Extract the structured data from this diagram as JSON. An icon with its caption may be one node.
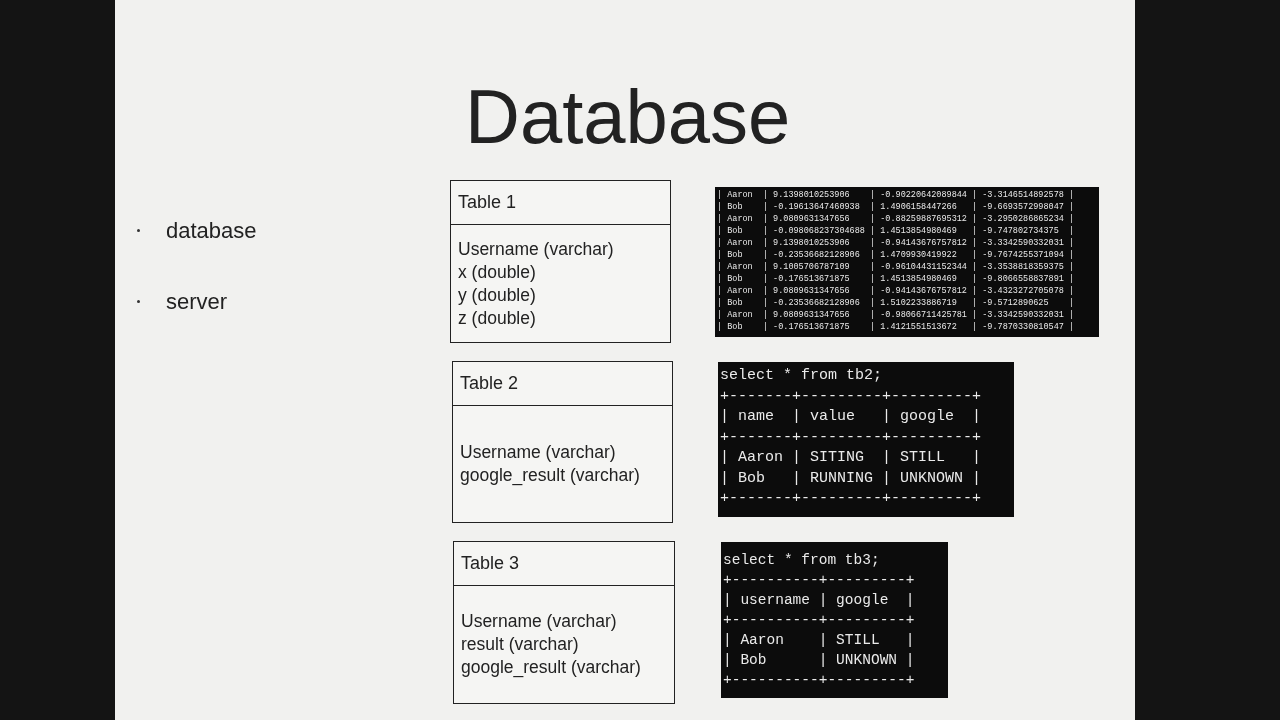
{
  "diagram": {
    "title": "Database",
    "nodes": [
      {
        "text": [
          "Table 1",
          "Username (varchar)",
          "x (double)",
          "y (double)",
          "z (double)"
        ]
      },
      {
        "text": [
          "Table 2",
          "Username (varchar)",
          "google_result (varchar)"
        ]
      },
      {
        "text": [
          "Table 3",
          "Username (varchar)",
          "result (varchar)",
          "google_result (varchar)"
        ]
      },
      {
        "text": [
          "| Aaron  | 9.1398010253906    | -0.90220642089844 | -3.3146514892578 |",
          "| Bob    | -0.19613647460938  | 1.4906158447266   | -9.6693572998047 |",
          "| Aaron  | 9.0809631347656    | -0.88259887695312 | -3.2950286865234 |",
          "| Bob    | -0.098068237304688 | 1.4513854980469   | -9.747802734375  |",
          "| Aaron  | 9.1398010253906    | -0.94143676757812 | -3.3342590332031 |",
          "| Bob    | -0.23536682128906  | 1.4709930419922   | -9.7674255371094 |",
          "| Aaron  | 9.1005706787109    | -0.96104431152344 | -3.3538818359375 |",
          "| Bob    | -0.176513671875    | 1.4513854980469   | -9.8066558837891 |",
          "| Aaron  | 9.0809631347656    | -0.94143676757812 | -3.4323272705078 |",
          "| Bob    | -0.23536682128906  | 1.5102233886719   | -9.5712890625    |",
          "| Aaron  | 9.0809631347656    | -0.98066711425781 | -3.3342590332031 |",
          "| Bob    | -0.176513671875    | 1.4121551513672   | -9.7870330810547 |"
        ]
      },
      {
        "text": [
          "select * from tb2;",
          "+-------+---------+---------+",
          "| name  | value   | google  |",
          "+-------+---------+---------+",
          "| Aaron | SITING  | STILL   |",
          "| Bob   | RUNNING | UNKNOWN |",
          "+-------+---------+---------+"
        ]
      },
      {
        "text": [
          "select * from tb3;",
          "+----------+---------+",
          "| username | google  |",
          "+----------+---------+",
          "| Aaron    | STILL   |",
          "| Bob      | UNKNOWN |",
          "+----------+---------+"
        ]
      }
    ],
    "labels": [
      "database",
      "server"
    ]
  }
}
